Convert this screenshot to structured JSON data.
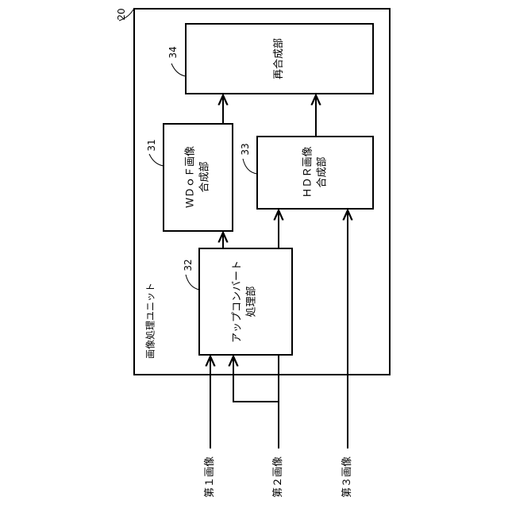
{
  "unit": {
    "ref": "20",
    "label": "画像処理ユニット"
  },
  "blocks": {
    "recomposition": {
      "ref": "34",
      "label": "再合成部"
    },
    "wdof": {
      "ref": "31",
      "line1": "ＷＤｏＦ画像",
      "line2": "合成部"
    },
    "upconvert": {
      "ref": "32",
      "line1": "アップコンバート",
      "line2": "処理部"
    },
    "hdr": {
      "ref": "33",
      "line1": "ＨＤＲ画像",
      "line2": "合成部"
    }
  },
  "inputs": {
    "first": "第１画像",
    "second": "第２画像",
    "third": "第３画像"
  }
}
